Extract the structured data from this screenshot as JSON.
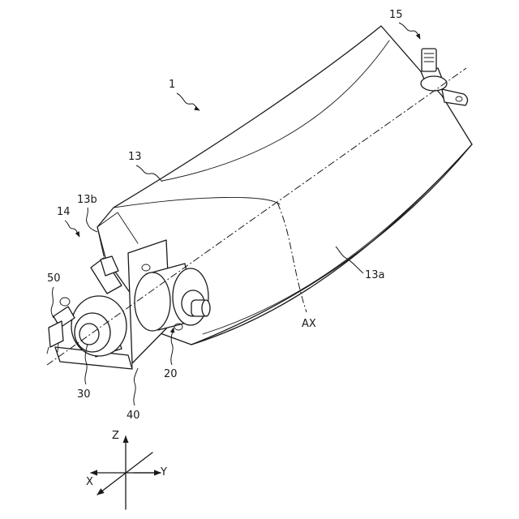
{
  "figure": {
    "labels": {
      "device": "1",
      "cover": "13",
      "cover_surface": "13a",
      "cover_end": "13b",
      "end_unit": "14",
      "clamp": "15",
      "motor": "20",
      "roller": "30",
      "bracket": "40",
      "sensor": "50",
      "axis": "AX"
    },
    "coordinate_axes": {
      "z": "Z",
      "y": "Y",
      "x": "X"
    }
  }
}
